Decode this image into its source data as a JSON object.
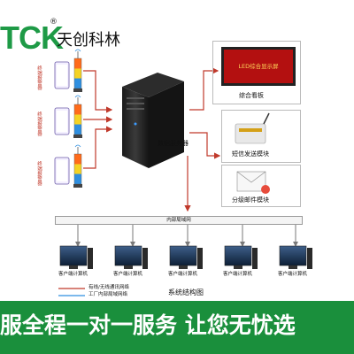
{
  "brand": {
    "logo_mark": "TCK",
    "registered": "®",
    "name": "天创科林"
  },
  "devices": {
    "terminal_label": "终端报警器"
  },
  "server": {
    "label": "数据服务器"
  },
  "outputs": {
    "led_screen_text": "LED综合显示屏",
    "board_label": "综合看板",
    "sms_label": "短信发送模块",
    "mail_label": "分级邮件模块"
  },
  "network": {
    "lan_label": "内部局域网"
  },
  "computers": {
    "label": "客户端计算机",
    "count": 5
  },
  "legend": {
    "wired_wireless": "有线/无线通讯网络",
    "factory_lan": "工厂内部局域网络"
  },
  "diagram_title": "系统结构图",
  "banner": {
    "text": "服全程一对一服务 让您无忧选"
  },
  "colors": {
    "brand_green": "#1e9a46",
    "arrow_red": "#c0392b",
    "banner_green": "#1a8f3c",
    "led_red": "#b31010"
  }
}
